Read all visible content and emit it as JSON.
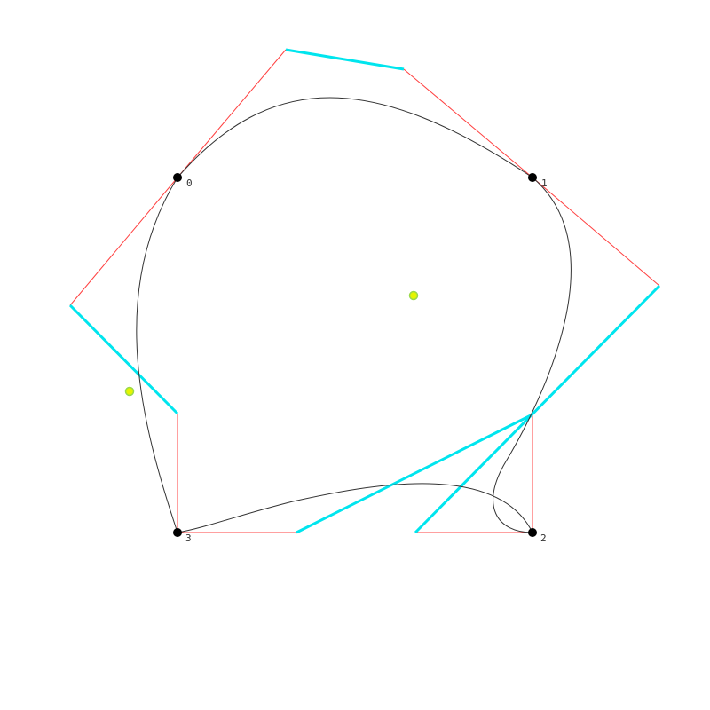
{
  "points": [
    {
      "label": "0"
    },
    {
      "label": "1"
    },
    {
      "label": "2"
    },
    {
      "label": "3"
    }
  ],
  "colors": {
    "background": "#ffffff",
    "curve": "#333333",
    "tangent_line": "#ff4040",
    "handle_line": "#00e5ee",
    "anchor_point": "#000000",
    "marker_fill": "#e5f500",
    "marker_stroke": "#9ad94a"
  }
}
